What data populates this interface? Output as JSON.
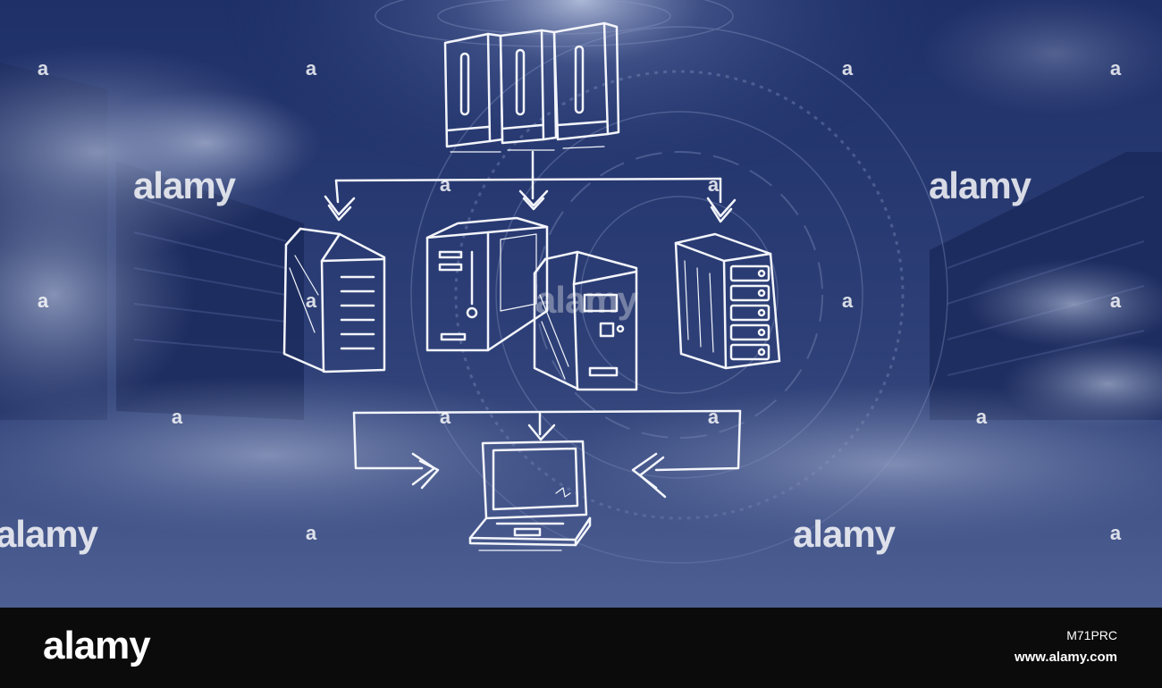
{
  "watermark": {
    "word": "alamy",
    "mark": "a"
  },
  "footer": {
    "logo": "alamy",
    "image_id": "M71PRC",
    "url": "www.alamy.com"
  },
  "colors": {
    "sky": "#2b3f77",
    "sky_light": "#3e5187",
    "sketch": "#f3f5fb",
    "footer_bg": "#0b0b0b"
  },
  "icons": [
    "server-rack-icon",
    "server-tower-icon",
    "desktop-tower-icon",
    "laptop-icon",
    "arrow-down-icon",
    "arrow-right-icon",
    "arrow-left-icon"
  ]
}
